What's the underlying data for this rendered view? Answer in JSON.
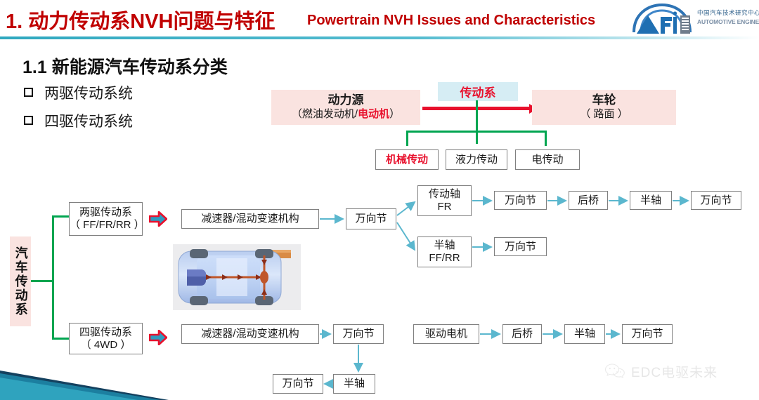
{
  "header": {
    "title_cn": "1. 动力传动系NVH问题与特征",
    "title_en": "Powertrain NVH Issues and Characteristics",
    "logo": {
      "wordmark": "AERi",
      "org_cn": "中国汽车技术研究中心·汽车工程研究院",
      "org_en": "AUTOMOTIVE ENGINEERING RESEARCH INSTITUTE"
    },
    "rule_color": "#2fa8bf",
    "title_color": "#C00000"
  },
  "section": {
    "number_title": "1.1 新能源汽车传动系分类",
    "bullets": [
      {
        "icon": "square-bullet-icon",
        "label": "两驱传动系统"
      },
      {
        "icon": "square-bullet-icon",
        "label": "四驱传动系统"
      }
    ]
  },
  "top_diagram": {
    "power_source": {
      "line1": "动力源",
      "line2_pre": "（燃油发动机/",
      "line2_hot": "电动机",
      "line2_post": "）"
    },
    "driveline_tag": "传动系",
    "wheel": {
      "line1": "车轮",
      "line2": "（ 路面 ）"
    },
    "transmission_types": [
      {
        "label": "机械传动",
        "highlight": true
      },
      {
        "label": "液力传动",
        "highlight": false
      },
      {
        "label": "电传动",
        "highlight": false
      }
    ],
    "colors": {
      "pink_box": "#FAE3E0",
      "tag_bg": "#D6EDF4",
      "arrow": "#E8112D",
      "tree": "#00A550",
      "hot_text": "#E8112D"
    }
  },
  "main_diagram": {
    "root_label": "汽车传动系",
    "branch_2wd": {
      "box": {
        "line1": "两驱传动系",
        "line2": "（ FF/FR/RR ）"
      },
      "gear": "减速器/混动变速机构",
      "joint": "万向节",
      "upper_path": [
        {
          "line1": "传动轴",
          "line2": "FR"
        },
        {
          "line1": "万向节",
          "line2": ""
        },
        {
          "line1": "后桥",
          "line2": ""
        },
        {
          "line1": "半轴",
          "line2": ""
        },
        {
          "line1": "万向节",
          "line2": ""
        }
      ],
      "lower_path": [
        {
          "line1": "半轴",
          "line2": "FF/RR"
        },
        {
          "line1": "万向节",
          "line2": ""
        }
      ]
    },
    "branch_4wd": {
      "box": {
        "line1": "四驱传动系",
        "line2": "（ 4WD ）"
      },
      "gear": "减速器/混动变速机构",
      "chain_a": [
        "万向节",
        "半轴",
        "万向节"
      ],
      "chain_b": [
        "驱动电机",
        "后桥",
        "半轴",
        "万向节"
      ]
    },
    "car_image_alt": "car-top-view-drivetrain",
    "colors": {
      "connector": "#5BB7CE",
      "tree": "#00A550",
      "arrow_fill": "#2E9BC0",
      "arrow_stroke": "#E8112D",
      "label_bg": "#FAE3E0"
    }
  },
  "watermark": {
    "icon": "wechat-icon",
    "text": "EDC电驱未来"
  },
  "decor": {
    "color_a": "#0E7C9B",
    "color_b": "#1B3A5C"
  }
}
